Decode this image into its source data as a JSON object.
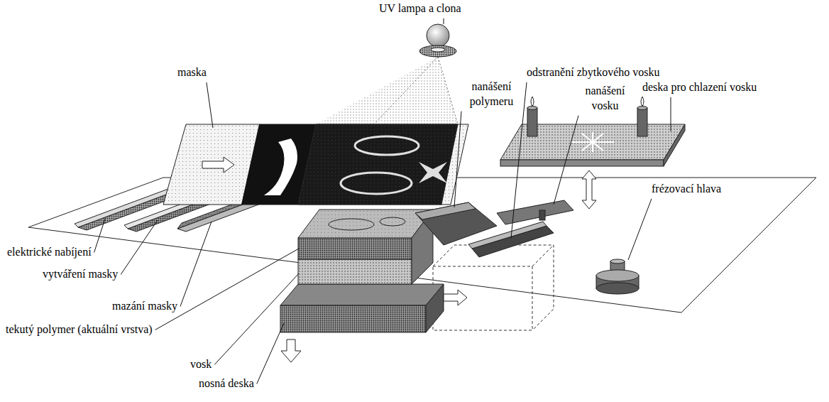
{
  "diagram": {
    "labels": [
      "UV lampa a clona",
      "maska",
      "nanášení polymeru",
      "odstranění zbytkového vosku",
      "nanášení vosku",
      "deska pro chlazení vosku",
      "frézovací hlava",
      "elektrické nabíjení",
      "vytváření masky",
      "mazání masky",
      "tekutý polymer (aktuální vrstva)",
      "vosk",
      "nosná deska"
    ]
  }
}
